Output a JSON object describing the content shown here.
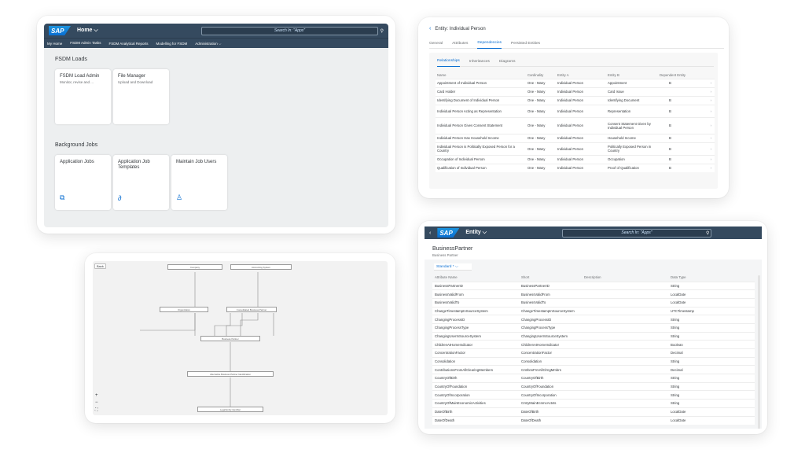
{
  "launchpad": {
    "logo": "SAP",
    "shell_title": "Home ⌵",
    "search_placeholder": "Search In: \"Apps\"",
    "tabs": [
      "My Home",
      "FSDM Admin Tasks",
      "FSDM Analytical Reports",
      "Modelling for FSDM",
      "Administration ⌵"
    ],
    "section1": "FSDM Loads",
    "section2": "Background Jobs",
    "tiles": [
      {
        "title": "FSDM Load Admin",
        "subtitle": "Monitor, revise and ..."
      },
      {
        "title": "File Manager",
        "subtitle": "Upload and Download"
      },
      {
        "title": "Application Jobs",
        "subtitle": ""
      },
      {
        "title": "Application Job Templates",
        "subtitle": ""
      },
      {
        "title": "Maintain Job Users",
        "subtitle": ""
      }
    ]
  },
  "entity": {
    "title": "Entity: Individual Person",
    "tabs": [
      "General",
      "Attributes",
      "Dependencies",
      "Persisted Entities"
    ],
    "subtabs": [
      "Relationships",
      "Inheritances",
      "Diagrams"
    ],
    "columns": [
      "Name",
      "Cardinality",
      "Entity A",
      "Entity B",
      "Dependent Entity"
    ],
    "rows": [
      {
        "name": "Appointment of Individual Person",
        "card": "One - Many",
        "a": "Individual Person",
        "b": "Appointment",
        "dep": "B",
        "h": "r1"
      },
      {
        "name": "Card Holder",
        "card": "One - Many",
        "a": "Individual Person",
        "b": "Card Issue",
        "dep": "",
        "h": "r1"
      },
      {
        "name": "Identifying Document of Individual Person",
        "card": "One - Many",
        "a": "Individual Person",
        "b": "Identifying Document",
        "dep": "B",
        "h": "r1"
      },
      {
        "name": "Individual Person Acting as Representation",
        "card": "One - Many",
        "a": "Individual Person",
        "b": "Representation",
        "dep": "B",
        "h": "r2"
      },
      {
        "name": "Individual Person Gives Consent Statement",
        "card": "One - Many",
        "a": "Individual Person",
        "b": "Consent Statement Given by Individual Person",
        "dep": "B",
        "h": "r3"
      },
      {
        "name": "Individual Person Has Household Income",
        "card": "One - Many",
        "a": "Individual Person",
        "b": "Household Income",
        "dep": "B",
        "h": "r1"
      },
      {
        "name": "Individual Person is Politically Exposed Person for a Country",
        "card": "One - Many",
        "a": "Individual Person",
        "b": "Politically Exposed Person in Country",
        "dep": "B",
        "h": "r2"
      },
      {
        "name": "Occupation of Individual Person",
        "card": "One - Many",
        "a": "Individual Person",
        "b": "Occupation",
        "dep": "B",
        "h": "r1"
      },
      {
        "name": "Qualification of Individual Person",
        "card": "One - Many",
        "a": "Individual Person",
        "b": "Proof of Qualification",
        "dep": "B",
        "h": "r1"
      }
    ]
  },
  "diagram": {
    "back_label": "Back",
    "nodes": [
      "Company",
      "Accounting System",
      "Organization",
      "Consolidated Business Partner",
      "Business Partner",
      "Alternative Business Partner Identification",
      "Legal Entity Identifier"
    ],
    "zoom": [
      "+",
      "−",
      "⛶"
    ]
  },
  "bp": {
    "logo": "SAP",
    "shell_title": "Entity ⌵",
    "search_placeholder": "Search In: \"Apps\"",
    "title": "BusinessPartner",
    "subtitle": "Business Partner",
    "variant": "Standard * ⌵",
    "columns": [
      "Attribute Name",
      "Short",
      "Description",
      "Data Type"
    ],
    "rows": [
      [
        "BusinessPartnerID",
        "BusinessPartnerID",
        "",
        "String"
      ],
      [
        "BusinessValidFrom",
        "BusinessValidFrom",
        "",
        "LocalDate"
      ],
      [
        "BusinessValidTo",
        "BusinessValidTo",
        "",
        "LocalDate"
      ],
      [
        "ChangeTimestampInSourceSystem",
        "ChangeTimestampInSourceSystem",
        "",
        "UTCTimestamp"
      ],
      [
        "ChangingProcessID",
        "ChangingProcessID",
        "",
        "String"
      ],
      [
        "ChangingProcessType",
        "ChangingProcessType",
        "",
        "String"
      ],
      [
        "ChangingUserInSourceSystem",
        "ChangingUserInSourceSystem",
        "",
        "String"
      ],
      [
        "ChildrenAtHomeIndicator",
        "ChildrenAtHomeIndicator",
        "",
        "Boolean"
      ],
      [
        "ConcentrationFactor",
        "ConcentrationFactor",
        "",
        "Decimal"
      ],
      [
        "Consolidation",
        "Consolidation",
        "",
        "String"
      ],
      [
        "ContributionsFromAllClearingMembers",
        "CntrbnsFrmAllClrngMmbrs",
        "",
        "Decimal"
      ],
      [
        "CountryOfBirth",
        "CountryOfBirth",
        "",
        "String"
      ],
      [
        "CountryOfFoundation",
        "CountryOfFoundation",
        "",
        "String"
      ],
      [
        "CountryOfIncorporation",
        "CountryOfIncorporation",
        "",
        "String"
      ],
      [
        "CountryOfMainEconomicActivities",
        "CntryMainEcnmcActvts",
        "",
        "String"
      ],
      [
        "DateOfBirth",
        "DateOfBirth",
        "",
        "LocalDate"
      ],
      [
        "DateOfDeath",
        "DateOfDeath",
        "",
        "LocalDate"
      ]
    ]
  }
}
